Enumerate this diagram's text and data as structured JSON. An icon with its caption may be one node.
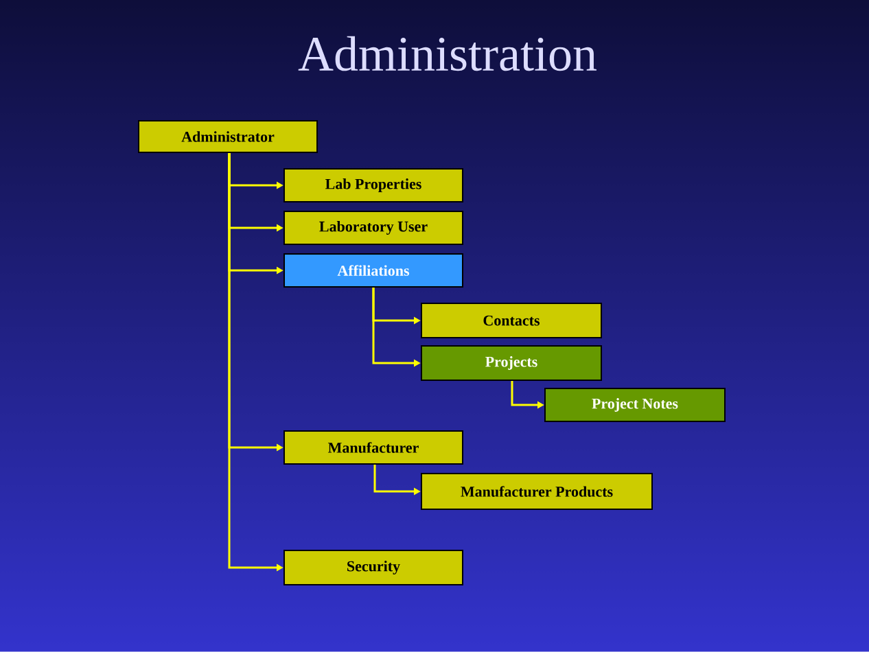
{
  "diagram": {
    "title": "Administration",
    "nodes": [
      {
        "text": [
          "Administrator"
        ]
      },
      {
        "text": [
          "Lab Properties"
        ]
      },
      {
        "text": [
          "Laboratory User"
        ]
      },
      {
        "text": [
          "Affiliations"
        ]
      },
      {
        "text": [
          "Contacts"
        ]
      },
      {
        "text": [
          "Projects"
        ]
      },
      {
        "text": [
          "Project Notes"
        ]
      },
      {
        "text": [
          "Manufacturer"
        ]
      },
      {
        "text": [
          "Manufacturer Products"
        ]
      },
      {
        "text": [
          "Security"
        ]
      }
    ],
    "edges": [
      {
        "from": 0,
        "to": 1,
        "arrow": "to"
      },
      {
        "from": 0,
        "to": 2,
        "arrow": "to"
      },
      {
        "from": 0,
        "to": 3,
        "arrow": "to"
      },
      {
        "from": 3,
        "to": 4,
        "arrow": "to"
      },
      {
        "from": 3,
        "to": 5,
        "arrow": "to"
      },
      {
        "from": 5,
        "to": 6,
        "arrow": "to"
      },
      {
        "from": 0,
        "to": 7,
        "arrow": "to"
      },
      {
        "from": 7,
        "to": 8,
        "arrow": "to"
      },
      {
        "from": 0,
        "to": 9,
        "arrow": "to"
      }
    ]
  }
}
